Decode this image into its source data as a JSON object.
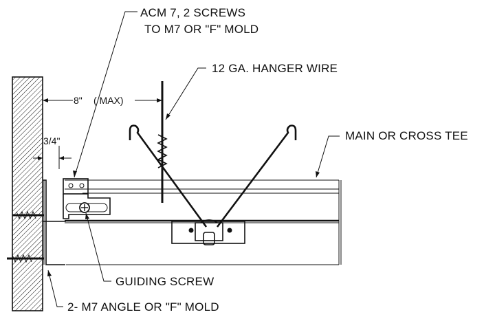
{
  "labels": {
    "acm_line1": "ACM 7,  2 SCREWS",
    "acm_line2": "TO M7 OR \"F\" MOLD",
    "hanger_wire": "12 GA. HANGER WIRE",
    "main_tee": "MAIN OR CROSS TEE",
    "guiding_screw": "GUIDING SCREW",
    "angle_mold": "2- M7 ANGLE OR \"F\" MOLD"
  },
  "dimensions": {
    "max_distance": "8\"",
    "max_tag": "( MAX)",
    "offset": "3/4\""
  }
}
